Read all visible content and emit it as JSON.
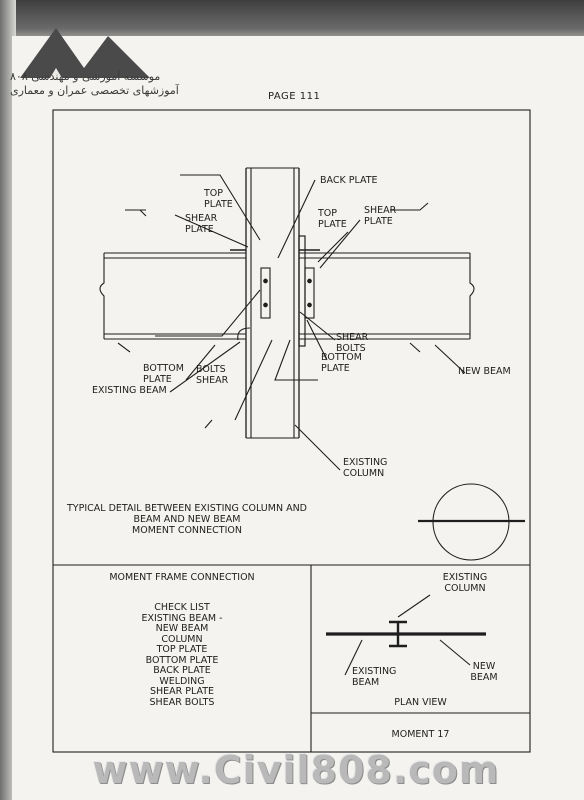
{
  "header": {
    "logo_line1": "موسسه آموزشی و مهندسی ۸۰۸",
    "logo_line2": "آموزشهای تخصصی عمران و معماری",
    "page_label": "PAGE 111"
  },
  "detail": {
    "labels": {
      "back_plate": "BACK PLATE",
      "top_plate_left": "TOP\nPLATE",
      "shear_plate_left": "SHEAR\nPLATE",
      "top_plate_right": "TOP\nPLATE",
      "shear_plate_right": "SHEAR\nPLATE",
      "shear_bolts": "SHEAR\nBOLTS",
      "bottom_plate_right": "BOTTOM\nPLATE",
      "bottom_plate_left": "BOTTOM\nPLATE",
      "bolts_shear": "BOLTS\nSHEAR",
      "existing_beam": "EXISTING BEAM",
      "new_beam": "NEW BEAM",
      "existing_column": "EXISTING\nCOLUMN"
    },
    "caption": "TYPICAL DETAIL BETWEEN EXISTING COLUMN AND\nBEAM AND NEW BEAM\nMOMENT CONNECTION"
  },
  "info_block": {
    "title": "MOMENT FRAME CONNECTION",
    "check_list": "CHECK LIST\nEXISTING BEAM -\nNEW BEAM\nCOLUMN\nTOP PLATE\nBOTTOM PLATE\nBACK PLATE\nWELDING\nSHEAR PLATE\nSHEAR BOLTS"
  },
  "plan_view": {
    "existing_column": "EXISTING\nCOLUMN",
    "existing_beam": "EXISTING\nBEAM",
    "new_beam": "NEW\nBEAM",
    "title": "PLAN VIEW"
  },
  "sheet_id": "MOMENT 17",
  "watermark": "www.Civil808.com",
  "colors": {
    "ink": "#1e1e1e",
    "paper": "#f4f3ef",
    "logo": "#4a4a4a"
  }
}
